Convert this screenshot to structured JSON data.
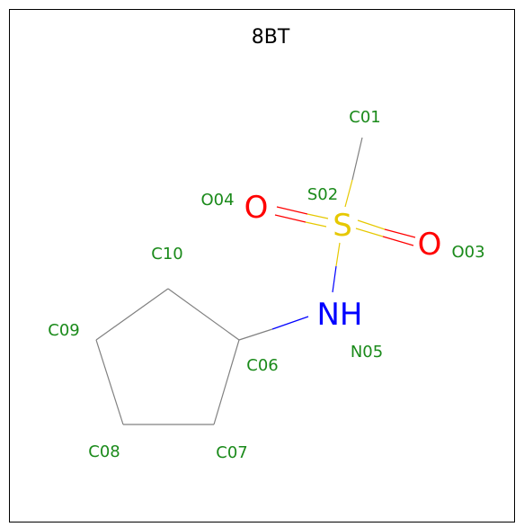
{
  "title": "8BT",
  "colors": {
    "label": "#1a8a1a",
    "oxygen": "#ff0000",
    "sulfur": "#e6c800",
    "nitrogen": "#0000ff",
    "bond": "#808080",
    "frame": "#000000"
  },
  "atoms": {
    "O04": "O",
    "S02": "S",
    "O03": "O",
    "N05": "NH"
  },
  "labels": {
    "C01": "C01",
    "S02": "S02",
    "O04": "O04",
    "O03": "O03",
    "N05": "N05",
    "C06": "C06",
    "C07": "C07",
    "C08": "C08",
    "C09": "C09",
    "C10": "C10"
  }
}
